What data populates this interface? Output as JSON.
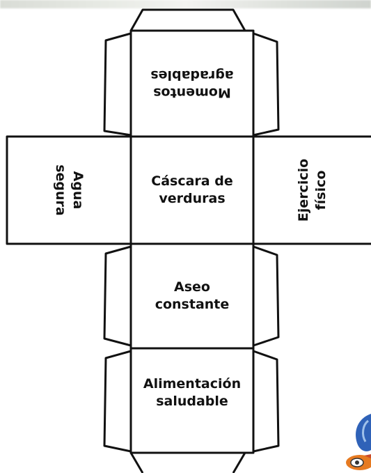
{
  "faces": {
    "top": {
      "line1": "Momentos",
      "line2": "agradables"
    },
    "left": {
      "line1": "Agua",
      "line2": "segura"
    },
    "center": {
      "line1": "Cáscara de",
      "line2": "verduras"
    },
    "right": {
      "line1": "Ejercicio",
      "line2": "físico"
    },
    "middle_lower": {
      "line1": "Aseo",
      "line2": "constante"
    },
    "bottom": {
      "line1": "Alimentación",
      "line2": "saludable"
    }
  },
  "colors": {
    "outline": "#111111",
    "background": "#ffffff",
    "logo_blue": "#2f62b8",
    "logo_orange": "#e67a21"
  }
}
